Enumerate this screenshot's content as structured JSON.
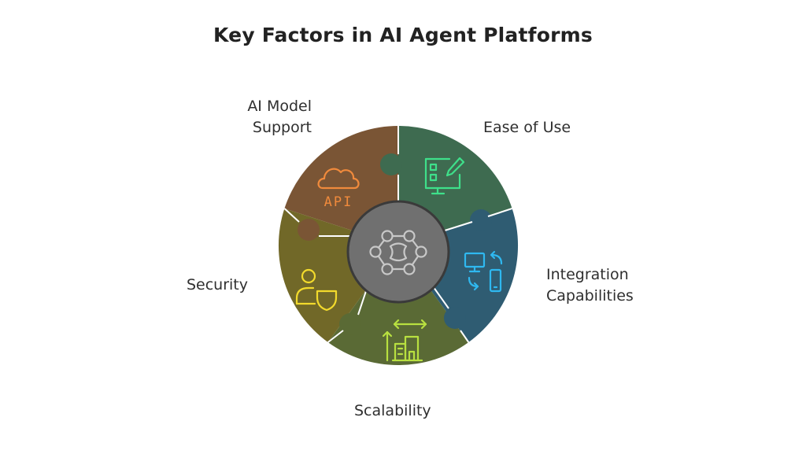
{
  "title": "Key Factors in AI Agent Platforms",
  "segments": [
    {
      "key": "ai",
      "label_lines": [
        "AI Model",
        "Support"
      ],
      "color": "#7a5535",
      "icon": "cloud-api-icon",
      "icon_color": "#f08a3c",
      "icon_text": "API"
    },
    {
      "key": "ease",
      "label_lines": [
        "Ease of Use"
      ],
      "color": "#3e6b50",
      "icon": "monitor-edit-icon",
      "icon_color": "#3ee08a"
    },
    {
      "key": "int",
      "label_lines": [
        "Integration",
        "Capabilities"
      ],
      "color": "#2f5c72",
      "icon": "device-sync-icon",
      "icon_color": "#2fb8f0"
    },
    {
      "key": "scal",
      "label_lines": [
        "Scalability"
      ],
      "color": "#5a6a35",
      "icon": "scale-buildings-icon",
      "icon_color": "#b8e040"
    },
    {
      "key": "sec",
      "label_lines": [
        "Security"
      ],
      "color": "#716828",
      "icon": "user-shield-icon",
      "icon_color": "#f2da2c"
    }
  ],
  "center": {
    "color": "#707070",
    "icon": "network-hub-icon"
  }
}
